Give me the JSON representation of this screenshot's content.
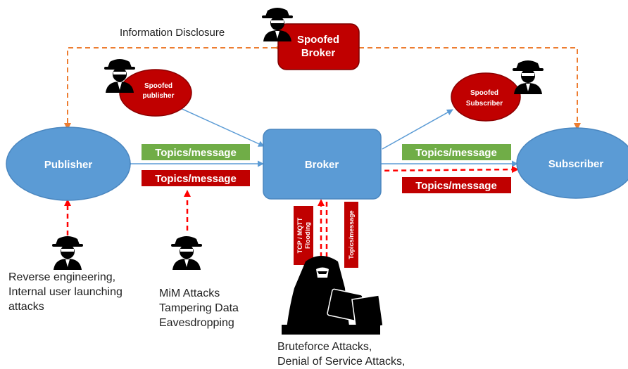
{
  "labels": {
    "information_disclosure": "Information Disclosure",
    "spoofed_broker": [
      "Spoofed",
      "Broker"
    ],
    "spoofed_publisher": [
      "Spoofed",
      "publisher"
    ],
    "spoofed_subscriber": [
      "Spoofed",
      "Subscriber"
    ],
    "publisher": "Publisher",
    "broker": "Broker",
    "subscriber": "Subscriber",
    "topics_message_ok": "Topics/message",
    "topics_message_bad": "Topics/message",
    "tcp_mqtt_flooding": [
      "TCP / MQTT",
      "Flooding"
    ],
    "topics_message_vertical": "Topics/message"
  },
  "captions": {
    "reverse_engineering": [
      "Reverse engineering,",
      "Internal user launching",
      "attacks"
    ],
    "mim": [
      "MiM Attacks",
      "Tampering Data",
      "Eavesdropping"
    ],
    "bruteforce": [
      "Bruteforce Attacks,",
      "Denial of Service Attacks,"
    ]
  },
  "colors": {
    "node_blue": "#5b9bd5",
    "node_blue_stroke": "#4a86bf",
    "threat_red": "#c00000",
    "threat_stroke": "#8b0000",
    "ok_green": "#70ad47",
    "orange_dash": "#ed7d31",
    "blue_line": "#5b9bd5",
    "red_dash": "#ff0000"
  },
  "icons": {
    "hacker": "hacker-icon",
    "hooded_hacker": "hooded-hacker-laptop-icon"
  }
}
